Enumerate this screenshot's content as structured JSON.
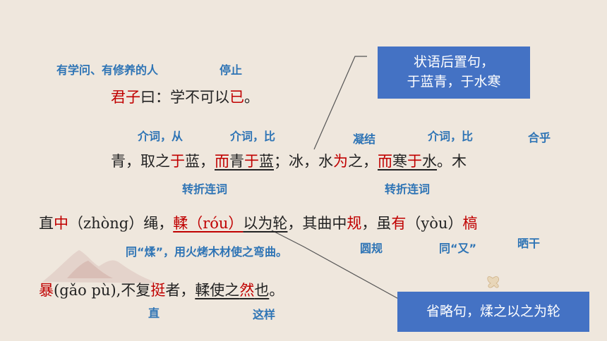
{
  "notes": {
    "n1": "有学问、有修养的人",
    "n2": "停止",
    "n3": "介词，从",
    "n4": "介词，比",
    "n5": "凝结",
    "n6": "介词，比",
    "n7": "合乎",
    "n8": "转折连词",
    "n9": "转折连词",
    "n10": "同“煣”，用火烤木材使之弯曲。",
    "n11": "圆规",
    "n12": "同“又”",
    "n13": "晒干",
    "n14": "直",
    "n15": "这样"
  },
  "line1": {
    "s1": "君子",
    "s2": "曰：学不可以",
    "s3": "已",
    "s4": "。"
  },
  "line2": {
    "s1": "青，取之",
    "s2": "于",
    "s3": "蓝，",
    "s4": "而",
    "s5": "青",
    "s6": "于",
    "s7": "蓝",
    "s8": "；冰，水",
    "s9": "为",
    "s10": "之，",
    "s11": "而",
    "s12": "寒",
    "s13": "于",
    "s14": "水",
    "s15": "。木"
  },
  "line3": {
    "s1": "直",
    "s2": "中",
    "s3": "（zhòng）绳，",
    "s4": "輮（róu）",
    "s5": "以为轮",
    "s6": "，其曲中",
    "s7": "规",
    "s8": "，虽",
    "s9": "有",
    "s10": "（yòu）",
    "s11": "槁"
  },
  "line4": {
    "s1": "暴",
    "s2": "(gǎo pù),不复",
    "s3": "挺",
    "s4": "者，",
    "s5": "輮使之",
    "s6": "然",
    "s7": "也",
    "s8": "。"
  },
  "box1": {
    "l1": "状语后置句，",
    "l2": "于蓝青，于水寒"
  },
  "box2": {
    "text": "省略句，煣之以之为轮"
  },
  "colors": {
    "background": "#efe7dd",
    "note": "#2e74b5",
    "highlight": "#c00000",
    "box": "#4472c4"
  }
}
